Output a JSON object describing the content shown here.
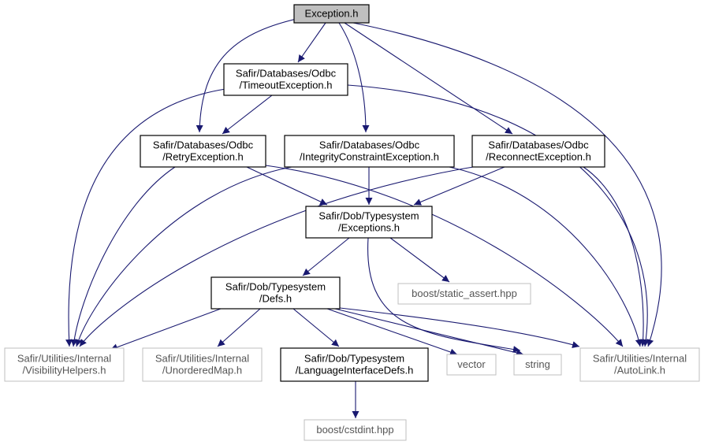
{
  "colors": {
    "edge": "#191970",
    "node_border": "#000000",
    "external_border": "#bfbfbf",
    "root_fill": "#bfbfbf",
    "external_text": "#555555"
  },
  "nodes": [
    {
      "id": "exception",
      "lines": [
        "Exception.h"
      ],
      "kind": "root"
    },
    {
      "id": "timeout",
      "lines": [
        "Safir/Databases/Odbc",
        "/TimeoutException.h"
      ],
      "kind": "internal"
    },
    {
      "id": "retry",
      "lines": [
        "Safir/Databases/Odbc",
        "/RetryException.h"
      ],
      "kind": "internal"
    },
    {
      "id": "integrity",
      "lines": [
        "Safir/Databases/Odbc",
        "/IntegrityConstraintException.h"
      ],
      "kind": "internal"
    },
    {
      "id": "reconnect",
      "lines": [
        "Safir/Databases/Odbc",
        "/ReconnectException.h"
      ],
      "kind": "internal"
    },
    {
      "id": "dob_exceptions",
      "lines": [
        "Safir/Dob/Typesystem",
        "/Exceptions.h"
      ],
      "kind": "internal"
    },
    {
      "id": "static_assert",
      "lines": [
        "boost/static_assert.hpp"
      ],
      "kind": "external"
    },
    {
      "id": "defs",
      "lines": [
        "Safir/Dob/Typesystem",
        "/Defs.h"
      ],
      "kind": "internal"
    },
    {
      "id": "visibility",
      "lines": [
        "Safir/Utilities/Internal",
        "/VisibilityHelpers.h"
      ],
      "kind": "external"
    },
    {
      "id": "unordered",
      "lines": [
        "Safir/Utilities/Internal",
        "/UnorderedMap.h"
      ],
      "kind": "external"
    },
    {
      "id": "langdefs",
      "lines": [
        "Safir/Dob/Typesystem",
        "/LanguageInterfaceDefs.h"
      ],
      "kind": "internal"
    },
    {
      "id": "vector",
      "lines": [
        "vector"
      ],
      "kind": "external"
    },
    {
      "id": "string",
      "lines": [
        "string"
      ],
      "kind": "external"
    },
    {
      "id": "autolink",
      "lines": [
        "Safir/Utilities/Internal",
        "/AutoLink.h"
      ],
      "kind": "external"
    },
    {
      "id": "cstdint",
      "lines": [
        "boost/cstdint.hpp"
      ],
      "kind": "external"
    }
  ],
  "edges": [
    [
      "exception",
      "timeout"
    ],
    [
      "exception",
      "retry"
    ],
    [
      "exception",
      "integrity"
    ],
    [
      "exception",
      "reconnect"
    ],
    [
      "exception",
      "autolink"
    ],
    [
      "timeout",
      "retry"
    ],
    [
      "timeout",
      "visibility"
    ],
    [
      "timeout",
      "autolink"
    ],
    [
      "retry",
      "dob_exceptions"
    ],
    [
      "retry",
      "visibility"
    ],
    [
      "retry",
      "autolink"
    ],
    [
      "integrity",
      "dob_exceptions"
    ],
    [
      "integrity",
      "visibility"
    ],
    [
      "integrity",
      "autolink"
    ],
    [
      "reconnect",
      "dob_exceptions"
    ],
    [
      "reconnect",
      "visibility"
    ],
    [
      "reconnect",
      "autolink"
    ],
    [
      "dob_exceptions",
      "defs"
    ],
    [
      "dob_exceptions",
      "static_assert"
    ],
    [
      "dob_exceptions",
      "string"
    ],
    [
      "defs",
      "visibility"
    ],
    [
      "defs",
      "unordered"
    ],
    [
      "defs",
      "langdefs"
    ],
    [
      "defs",
      "vector"
    ],
    [
      "defs",
      "string"
    ],
    [
      "defs",
      "autolink"
    ],
    [
      "langdefs",
      "cstdint"
    ]
  ]
}
